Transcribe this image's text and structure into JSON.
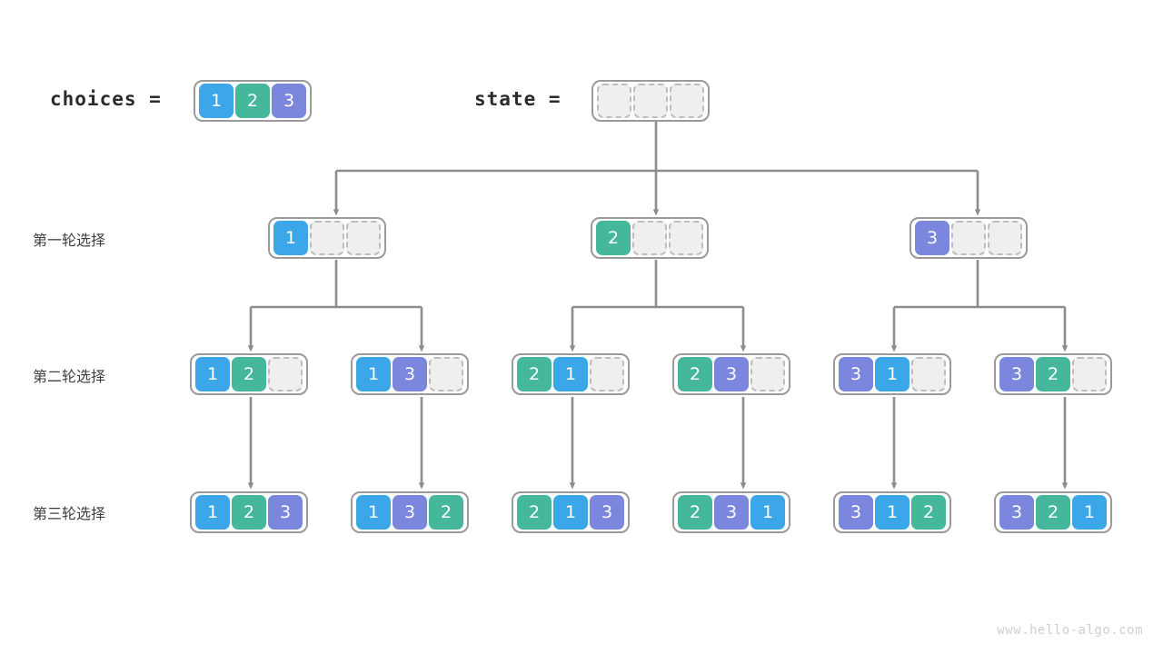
{
  "colors": {
    "value_1": "#3ba7e8",
    "value_2": "#45b89c",
    "value_3": "#7b86dd",
    "empty_fill": "#efefef",
    "empty_border": "#bdbdbd",
    "node_border": "#9a9a9a",
    "connector": "#8d8d8d",
    "label_text": "#3f3f3f",
    "code_text": "#2b2b2b",
    "watermark": "#cfcfcf",
    "background": "#ffffff"
  },
  "header": {
    "choices_label": "choices  =",
    "state_label": "state  =",
    "choices_cells": [
      "1",
      "2",
      "3"
    ],
    "state_cells": [
      "",
      "",
      ""
    ]
  },
  "row_labels": {
    "round1": "第一轮选择",
    "round2": "第二轮选择",
    "round3": "第三轮选择"
  },
  "tree": {
    "root": {
      "cells": [
        "",
        "",
        ""
      ]
    },
    "level1": [
      {
        "cells": [
          "1",
          "",
          ""
        ]
      },
      {
        "cells": [
          "2",
          "",
          ""
        ]
      },
      {
        "cells": [
          "3",
          "",
          ""
        ]
      }
    ],
    "level2": [
      {
        "cells": [
          "1",
          "2",
          ""
        ]
      },
      {
        "cells": [
          "1",
          "3",
          ""
        ]
      },
      {
        "cells": [
          "2",
          "1",
          ""
        ]
      },
      {
        "cells": [
          "2",
          "3",
          ""
        ]
      },
      {
        "cells": [
          "3",
          "1",
          ""
        ]
      },
      {
        "cells": [
          "3",
          "2",
          ""
        ]
      }
    ],
    "level3": [
      {
        "cells": [
          "1",
          "2",
          "3"
        ]
      },
      {
        "cells": [
          "1",
          "3",
          "2"
        ]
      },
      {
        "cells": [
          "2",
          "1",
          "3"
        ]
      },
      {
        "cells": [
          "2",
          "3",
          "1"
        ]
      },
      {
        "cells": [
          "3",
          "1",
          "2"
        ]
      },
      {
        "cells": [
          "3",
          "2",
          "1"
        ]
      }
    ]
  },
  "watermark": "www.hello-algo.com"
}
